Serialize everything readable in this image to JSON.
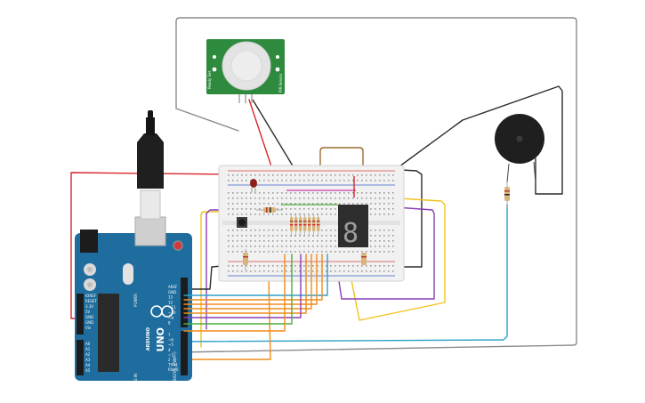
{
  "arduino": {
    "brand": "UNO",
    "make": "ARDUINO",
    "power_header": [
      "AREF",
      "GND",
      "13",
      "12",
      "~11",
      "~10",
      "~9",
      "8"
    ],
    "digital_header": [
      "7",
      "~6",
      "~5",
      "4",
      "~3",
      "2",
      "TX→1",
      "RX←0"
    ],
    "power_pins": [
      "IOREF",
      "RESET",
      "3.3V",
      "5V",
      "GND",
      "GND",
      "Vin"
    ],
    "analog_pins": [
      "A0",
      "A1",
      "A2",
      "A3",
      "A4",
      "A5"
    ],
    "section_power": "POWER",
    "section_analog": "ANALOG IN",
    "section_digital": "DIGITAL (PWM~)"
  },
  "display": {
    "digit": "8"
  },
  "pir": {
    "left_label": "Ready Set",
    "right_label": "PIR-Sensor"
  },
  "colors": {
    "wire_red": "#d9262b",
    "wire_black": "#2b2b2b",
    "wire_yellow": "#f2c21b",
    "wire_orange": "#f08c1a",
    "wire_purple": "#8a3fb5",
    "wire_green": "#4cae3b",
    "wire_teal": "#2d9fc7",
    "wire_brown": "#9a6b2f",
    "wire_gray": "#8c8c8c",
    "arduino_blue": "#1f6d9e",
    "breadboard": "#f1f1f1",
    "pir_green": "#2e8b3e"
  }
}
